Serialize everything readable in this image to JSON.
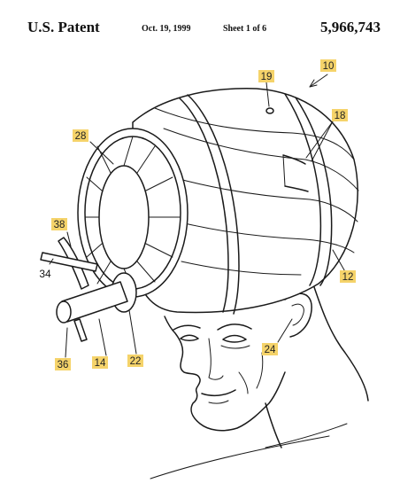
{
  "header": {
    "title": "U.S. Patent",
    "date": "Oct. 19, 1999",
    "sheet": "Sheet 1 of 6",
    "patent_number": "5,966,743"
  },
  "colors": {
    "highlight": "#f5d36a"
  },
  "references": {
    "r10": "10",
    "r19": "19",
    "r18": "18",
    "r28": "28",
    "r38": "38",
    "r34": "34",
    "r12": "12",
    "r24": "24",
    "r36": "36",
    "r14": "14",
    "r22": "22"
  }
}
